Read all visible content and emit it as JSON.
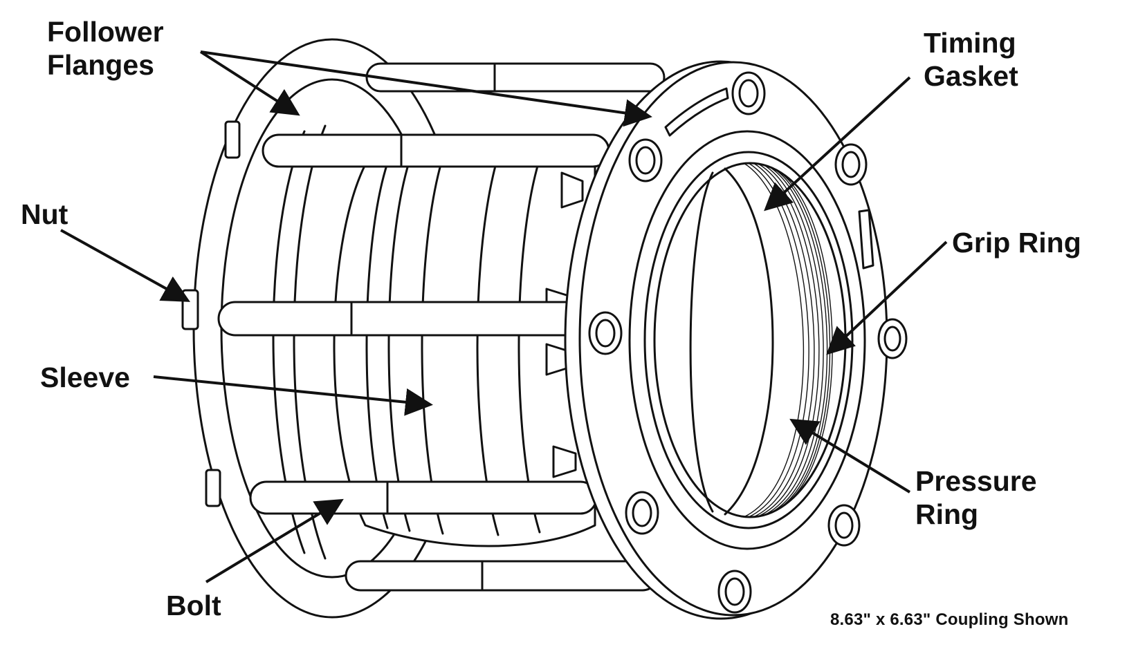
{
  "labels": {
    "follower_flanges": "Follower\nFlanges",
    "timing_gasket": "Timing\nGasket",
    "nut": "Nut",
    "grip_ring": "Grip Ring",
    "sleeve": "Sleeve",
    "pressure_ring": "Pressure\nRing",
    "bolt": "Bolt"
  },
  "caption": "8.63\" x 6.63\" Coupling Shown",
  "colors": {
    "line": "#111111",
    "fill": "#ffffff",
    "background": "#ffffff"
  }
}
